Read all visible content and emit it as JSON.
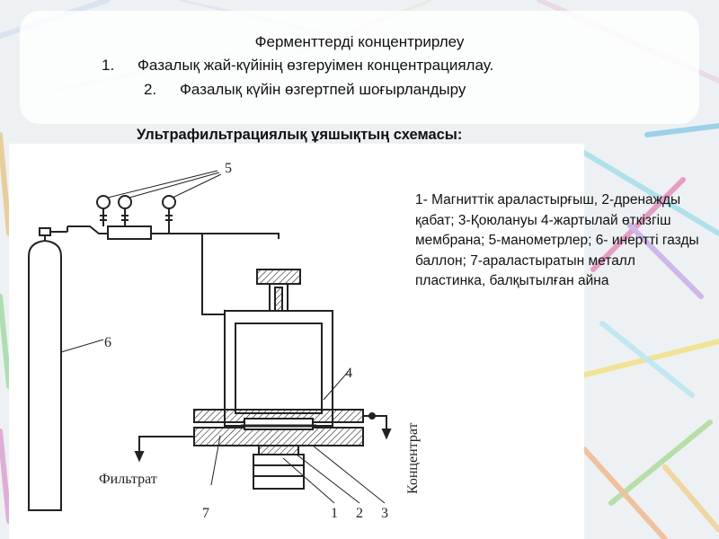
{
  "slide": {
    "title": "Ферменттерді концентрирлеу",
    "items": [
      {
        "num": "1.",
        "text": "Фазалық жай-күйінің өзгеруімен концентрациялау."
      },
      {
        "num": "2.",
        "text": "Фазалық күйін өзгертпей шоғырландыру"
      }
    ],
    "subtitle": "Ультрафильтрациялық ұяшықтың схемасы:",
    "description": "1- Магниттік араластырғыш, 2-дренажды қабат; 3-Қоюлануы 4-жартылай өткізгіш мембрана; 5-манометрлер; 6- инертті газды баллон; 7-араластыратын металл пластинка, балқытылған айна"
  },
  "diagram": {
    "labels": {
      "n1": "1",
      "n2": "2",
      "n3": "3",
      "n4": "4",
      "n5": "5",
      "n6": "6",
      "n7": "7",
      "filtrate": "Фильтрат",
      "concentrate": "Концентрат"
    }
  },
  "colors": {
    "background": "#eef1f3",
    "panel": "#ffffff",
    "ink": "#222222",
    "text": "#111111"
  }
}
